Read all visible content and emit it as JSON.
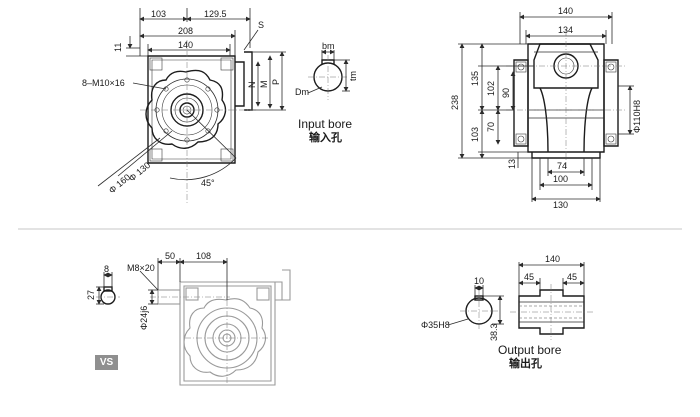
{
  "top_front": {
    "dims": {
      "d103": "103",
      "d129_5": "129.5",
      "d208": "208",
      "d140": "140",
      "d11": "11",
      "s": "S",
      "n": "N",
      "m": "M",
      "p": "P",
      "bolts": "8–M10×16",
      "phi130": "Φ 130",
      "phi160": "Φ 160",
      "angle": "45°"
    }
  },
  "input_bore": {
    "bm": "bm",
    "tm": "tm",
    "dm": "Dm",
    "title": "Input bore",
    "title_cn": "输入孔"
  },
  "top_side": {
    "dims": {
      "d140": "140",
      "d134": "134",
      "d238": "238",
      "d135": "135",
      "d103": "103",
      "d102": "102",
      "d90": "90",
      "d70": "70",
      "d13": "13",
      "d74": "74",
      "d100": "100",
      "d130": "130",
      "phi110": "Φ110H8"
    }
  },
  "bottom_left": {
    "dims": {
      "d8": "8",
      "d27": "27",
      "m8": "M8×20",
      "d50": "50",
      "d108": "108",
      "phi24": "Φ24j6"
    },
    "badge": "VS"
  },
  "output_bore": {
    "dims": {
      "d10": "10",
      "d140": "140",
      "d45a": "45",
      "d45b": "45",
      "phi35": "Φ35H8",
      "d38_3": "38.3"
    },
    "title": "Output bore",
    "title_cn": "输出孔"
  },
  "colors": {
    "line": "#2b2b2b",
    "divider": "#b5b5b5",
    "badge": "#8f8f8f"
  }
}
